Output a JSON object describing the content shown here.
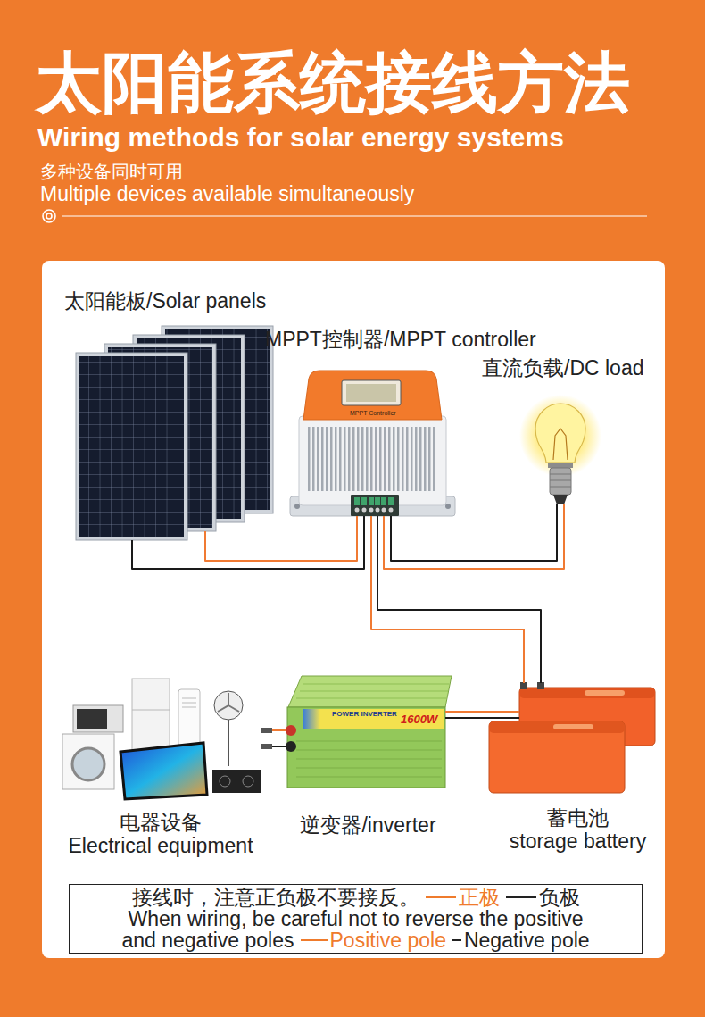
{
  "diagram": {
    "title": "太阳能系统接线方法",
    "nodes": [
      {
        "text": [
          "太阳能板/Solar panels"
        ]
      },
      {
        "text": [
          "MPPT控制器/MPPT controller"
        ]
      },
      {
        "text": [
          "直流负载/DC load"
        ]
      },
      {
        "text": [
          "电器设备",
          "Electrical equipment"
        ]
      },
      {
        "text": [
          "逆变器/inverter"
        ]
      },
      {
        "text": [
          "蓄电池",
          "storage battery"
        ]
      }
    ],
    "edges": [
      {
        "from": 0,
        "to": 1,
        "arrow": "none"
      },
      {
        "from": 0,
        "to": 1,
        "arrow": "none"
      },
      {
        "from": 1,
        "to": 2,
        "arrow": "none"
      },
      {
        "from": 1,
        "to": 2,
        "arrow": "none"
      },
      {
        "from": 1,
        "to": 5,
        "arrow": "none"
      },
      {
        "from": 1,
        "to": 5,
        "arrow": "none"
      },
      {
        "from": 5,
        "to": 4,
        "arrow": "none"
      },
      {
        "from": 5,
        "to": 4,
        "arrow": "none"
      },
      {
        "from": 4,
        "to": 3,
        "arrow": "none"
      },
      {
        "from": 4,
        "to": 3,
        "arrow": "none"
      }
    ],
    "labels": [
      "Wiring methods for solar energy systems",
      "多种设备同时可用",
      "Multiple devices available simultaneously",
      "MPPT Controller",
      "POWER INVERTER",
      "1600W",
      "接线时，注意正负极不要接反。",
      "When wiring, be careful not to reverse the positive and negative poles"
    ],
    "legend": [
      {
        "text": "正极"
      },
      {
        "text": "负极"
      },
      {
        "text": "Positive pole"
      },
      {
        "text": "Negative pole"
      }
    ]
  }
}
